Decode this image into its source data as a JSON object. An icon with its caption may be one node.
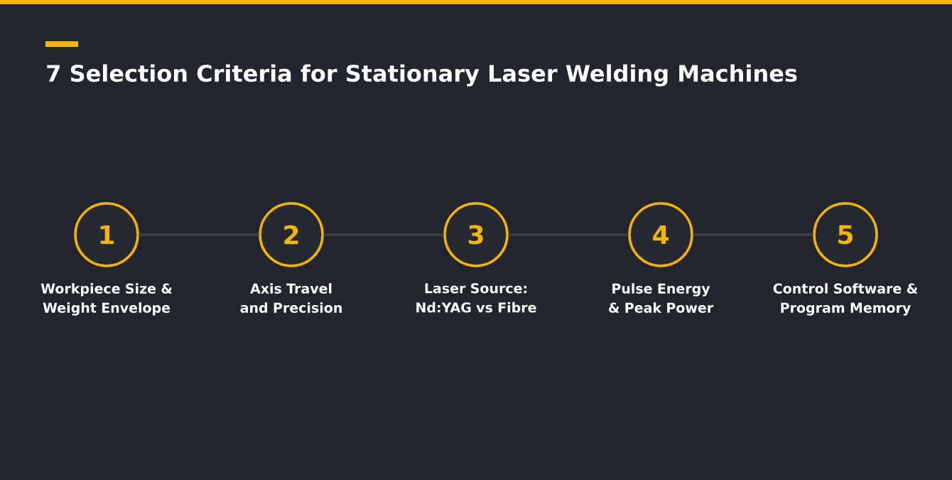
{
  "diagram": {
    "title": "7 Selection Criteria for Stationary Laser Welding Machines",
    "nodes": [
      {
        "text": [
          "1"
        ],
        "beside": [
          "Workpiece Size & Weight Envelope"
        ]
      },
      {
        "text": [
          "2"
        ],
        "beside": [
          "Axis Travel and Precision"
        ]
      },
      {
        "text": [
          "3"
        ],
        "beside": [
          "Laser Source: Nd:YAG vs Fibre"
        ]
      },
      {
        "text": [
          "4"
        ],
        "beside": [
          "Pulse Energy & Peak Power"
        ]
      },
      {
        "text": [
          "5"
        ],
        "beside": [
          "Control Software & Program Memory"
        ]
      }
    ],
    "edges": [
      {
        "from": 0,
        "to": 1,
        "arrow": "none"
      },
      {
        "from": 1,
        "to": 2,
        "arrow": "none"
      },
      {
        "from": 2,
        "to": 3,
        "arrow": "none"
      },
      {
        "from": 3,
        "to": 4,
        "arrow": "none"
      }
    ]
  }
}
